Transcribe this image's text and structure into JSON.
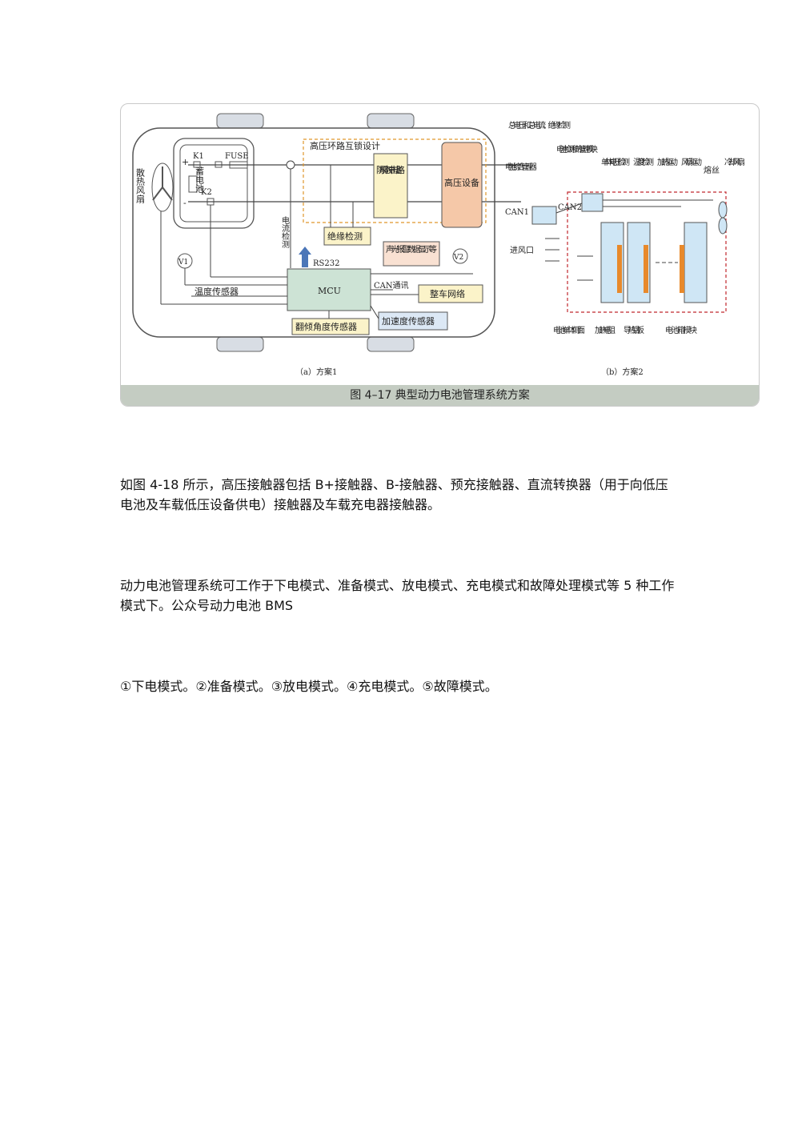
{
  "figure": {
    "caption": "图 4–17  典型动力电池管理系统方案",
    "panel_a": {
      "title": "（a）方案1",
      "fan": "散热风扇",
      "battery": "蓄电池",
      "k1": "K1",
      "fuse": "FUSE",
      "k2": "K2",
      "plus": "+",
      "minus": "-",
      "hv_interlock": "高压环路互锁设计",
      "anti_surge": "防瞬态冲击电路",
      "hv_device": "高压设备",
      "current_detect": "电流检测",
      "insulation": "绝缘检测",
      "rs232": "RS232",
      "alarm": "声光报警数据显示等",
      "v1": "V1",
      "v2": "V2",
      "temp_sensor": "温度传感器",
      "mcu": "MCU",
      "can": "CAN通讯",
      "vehicle_net": "整车网络",
      "tilt_sensor": "翻倾角度传感器",
      "accel_sensor": "加速度传感器"
    },
    "panel_b": {
      "title": "（b）方案2",
      "total_vi": "总电压和总电流、绝缘检测",
      "bcu": "电池综合管理器",
      "bmu": "电池检测和热管理模块",
      "cell_v": "单体电压检测",
      "temp": "温度检测",
      "heat_drive": "加热驱动",
      "fan_drive": "风扇驱动",
      "fuse": "熔丝",
      "cool_fan": "冷却风扇",
      "can1": "CAN1",
      "can2": "CAN2",
      "inlet": "进风口",
      "cell_side": "电池单体侧面",
      "heater": "加热电阻",
      "al_plate": "导热铝板",
      "box": "电池箱模块"
    }
  },
  "paragraphs": [
    "如图 4-18 所示，高压接触器包括 B+接触器、B-接触器、预充接触器、直流转换器（用于向低压电池及车载低压设备供电）接触器及车载充电器接触器。",
    "动力电池管理系统可工作于下电模式、准备模式、放电模式、充电模式和故障处理模式等 5 种工作模式下。公众号动力电池 BMS",
    "①下电模式。②准备模式。③放电模式。④充电模式。⑤故障模式。"
  ]
}
